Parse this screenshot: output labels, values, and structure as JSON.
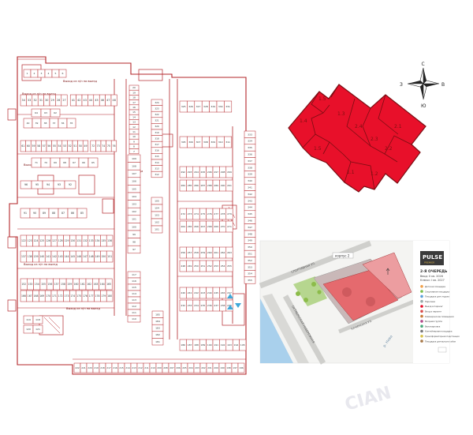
{
  "compass": {
    "n": "С",
    "s": "Ю",
    "w": "З",
    "e": "В"
  },
  "sections": [
    "1.5",
    "1.4",
    "1.3",
    "2.4",
    "2.3",
    "2.2",
    "2.1",
    "1.1",
    "1.2"
  ],
  "exits": [
    "Выход из п/п на выезд",
    "Выход из п/п на выезд",
    "Выход из п/п на выезд",
    "Выход из п/п на выезд",
    "Выход из п/п на выезд"
  ],
  "rooms": {
    "lift_lobby": "Лестница"
  },
  "spots": {
    "r1": [
      34,
      33,
      32,
      31,
      30,
      29,
      28,
      27,
      41,
      42,
      43,
      44,
      45,
      46,
      47,
      48
    ],
    "r2": [
      61,
      60,
      59,
      58,
      57,
      56,
      55,
      54,
      53,
      52,
      51,
      50,
      49,
      72,
      73,
      74,
      75,
      76
    ],
    "r3": [
      122,
      123,
      124,
      125,
      126,
      127,
      128,
      129,
      130,
      131,
      132,
      133,
      134,
      135,
      136
    ],
    "r4": [
      137,
      138,
      139,
      140,
      141,
      142,
      143,
      144,
      145,
      146,
      147,
      148,
      149,
      150,
      151
    ],
    "r5": [
      152,
      153,
      154,
      155,
      156,
      157,
      158,
      159,
      160,
      161,
      162,
      163,
      164,
      165
    ],
    "r6": [
      166,
      167,
      168,
      169,
      170,
      171,
      172,
      173,
      174,
      175,
      176,
      177,
      178,
      179,
      180
    ],
    "col_mid": [
      20,
      19,
      18,
      17,
      16,
      15,
      14,
      13,
      12,
      11,
      10,
      9,
      8,
      7
    ],
    "col_c2": [
      109,
      108,
      107,
      106,
      105,
      104,
      103,
      102,
      101,
      100,
      99,
      98,
      97
    ],
    "col_c3": [
      117,
      116,
      115,
      114,
      113,
      112,
      111,
      110
    ],
    "col_right": [
      333,
      334,
      335,
      336,
      337,
      338,
      339,
      340,
      341,
      342,
      343,
      344,
      345,
      346,
      347,
      348,
      349,
      350,
      351,
      352,
      353,
      354,
      355
    ],
    "g1a": [
      325,
      326,
      327,
      328,
      329,
      330,
      331
    ],
    "g1b": [
      305,
      306,
      307,
      308,
      309,
      310,
      311
    ],
    "g2a": [
      292,
      293,
      294,
      295,
      296,
      297,
      298,
      299
    ],
    "g2b": [
      284,
      285,
      286,
      287,
      288,
      289,
      290,
      291
    ],
    "g3a": [
      272,
      273,
      274,
      275,
      276,
      277,
      278,
      279
    ],
    "g3b": [
      264,
      265,
      266,
      267,
      268,
      269,
      270,
      271
    ],
    "g4a": [
      256,
      257,
      258,
      259,
      260,
      261,
      262,
      263
    ],
    "g4b": [
      248,
      249,
      250,
      251,
      252,
      253,
      254,
      255
    ],
    "g5a": [
      240,
      241,
      242,
      243,
      244,
      245,
      246,
      247
    ],
    "g5b": [
      232,
      233,
      234,
      235,
      236,
      237,
      238,
      239
    ],
    "g6": [
      186,
      187,
      188,
      189,
      190,
      191,
      192,
      193,
      194,
      195
    ],
    "bottom": [
      222,
      221,
      220,
      219,
      218,
      217,
      216,
      215,
      214,
      213,
      212,
      211,
      210,
      209,
      208,
      207,
      206,
      205,
      204,
      203,
      202,
      201,
      200,
      199,
      198,
      197,
      196
    ],
    "c4": [
      324,
      323,
      322,
      321,
      320,
      319,
      318,
      317,
      316,
      315,
      314,
      313,
      312
    ]
  },
  "site": {
    "brand": "PULSE",
    "brand_sub": "PREMIER",
    "title": "2-Я ОЧЕРЕДЬ",
    "lines": [
      "Ввод: II кв. 2026",
      "Ключи: I кв. 2027"
    ],
    "korpus": "корпус 2",
    "street1": "СПОРТИВНАЯ УЛ.",
    "street2": "ОКТЯБРЬСКАЯ НАБЕРЕЖНАЯ",
    "street3": "КАЧИНСКАЯ УЛ.",
    "river": "р. Нева",
    "legend": [
      "Детская площадка",
      "Спортивная площадка",
      "Площадка для отдыха",
      "Парковка",
      "Въезд в паркинг",
      "Вход в паркинг",
      "Коммерческие помещения",
      "Входная группа",
      "Велопарковка",
      "Контейнерная площадка",
      "Трансформаторная подстанция",
      "Площадка для выгула собак"
    ]
  },
  "watermark": "CIAN",
  "colors": {
    "line": "#b3262a",
    "fill": "#e8102a",
    "dark": "#7a0d12",
    "green": "#8cbc4a",
    "water": "#a9d0ec"
  }
}
